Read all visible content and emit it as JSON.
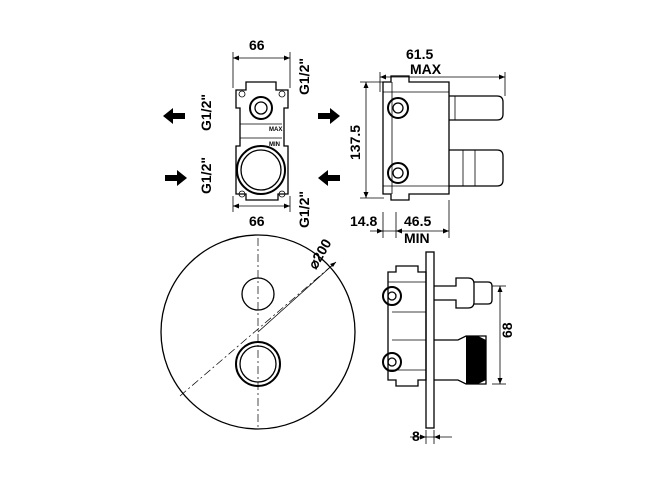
{
  "top_front": {
    "dim_width_top": "66",
    "dim_width_bottom": "66",
    "thread_top_right": "G1/2\"",
    "thread_left_outlet": "G1/2\"",
    "thread_left_inlet": "G1/2\"",
    "thread_bottom_right": "G1/2\"",
    "marking_max": "MAX",
    "marking_min": "MIN"
  },
  "top_side": {
    "dim_depth_max_value": "61.5",
    "dim_depth_max_label": "MAX",
    "dim_height": "137.5",
    "dim_offset": "14.8",
    "dim_depth_min_value": "46.5",
    "dim_depth_min_label": "MIN"
  },
  "bottom_front": {
    "dim_diameter": "⌀200"
  },
  "bottom_side": {
    "dim_handle_offset": "68",
    "dim_plate_thickness": "8"
  }
}
